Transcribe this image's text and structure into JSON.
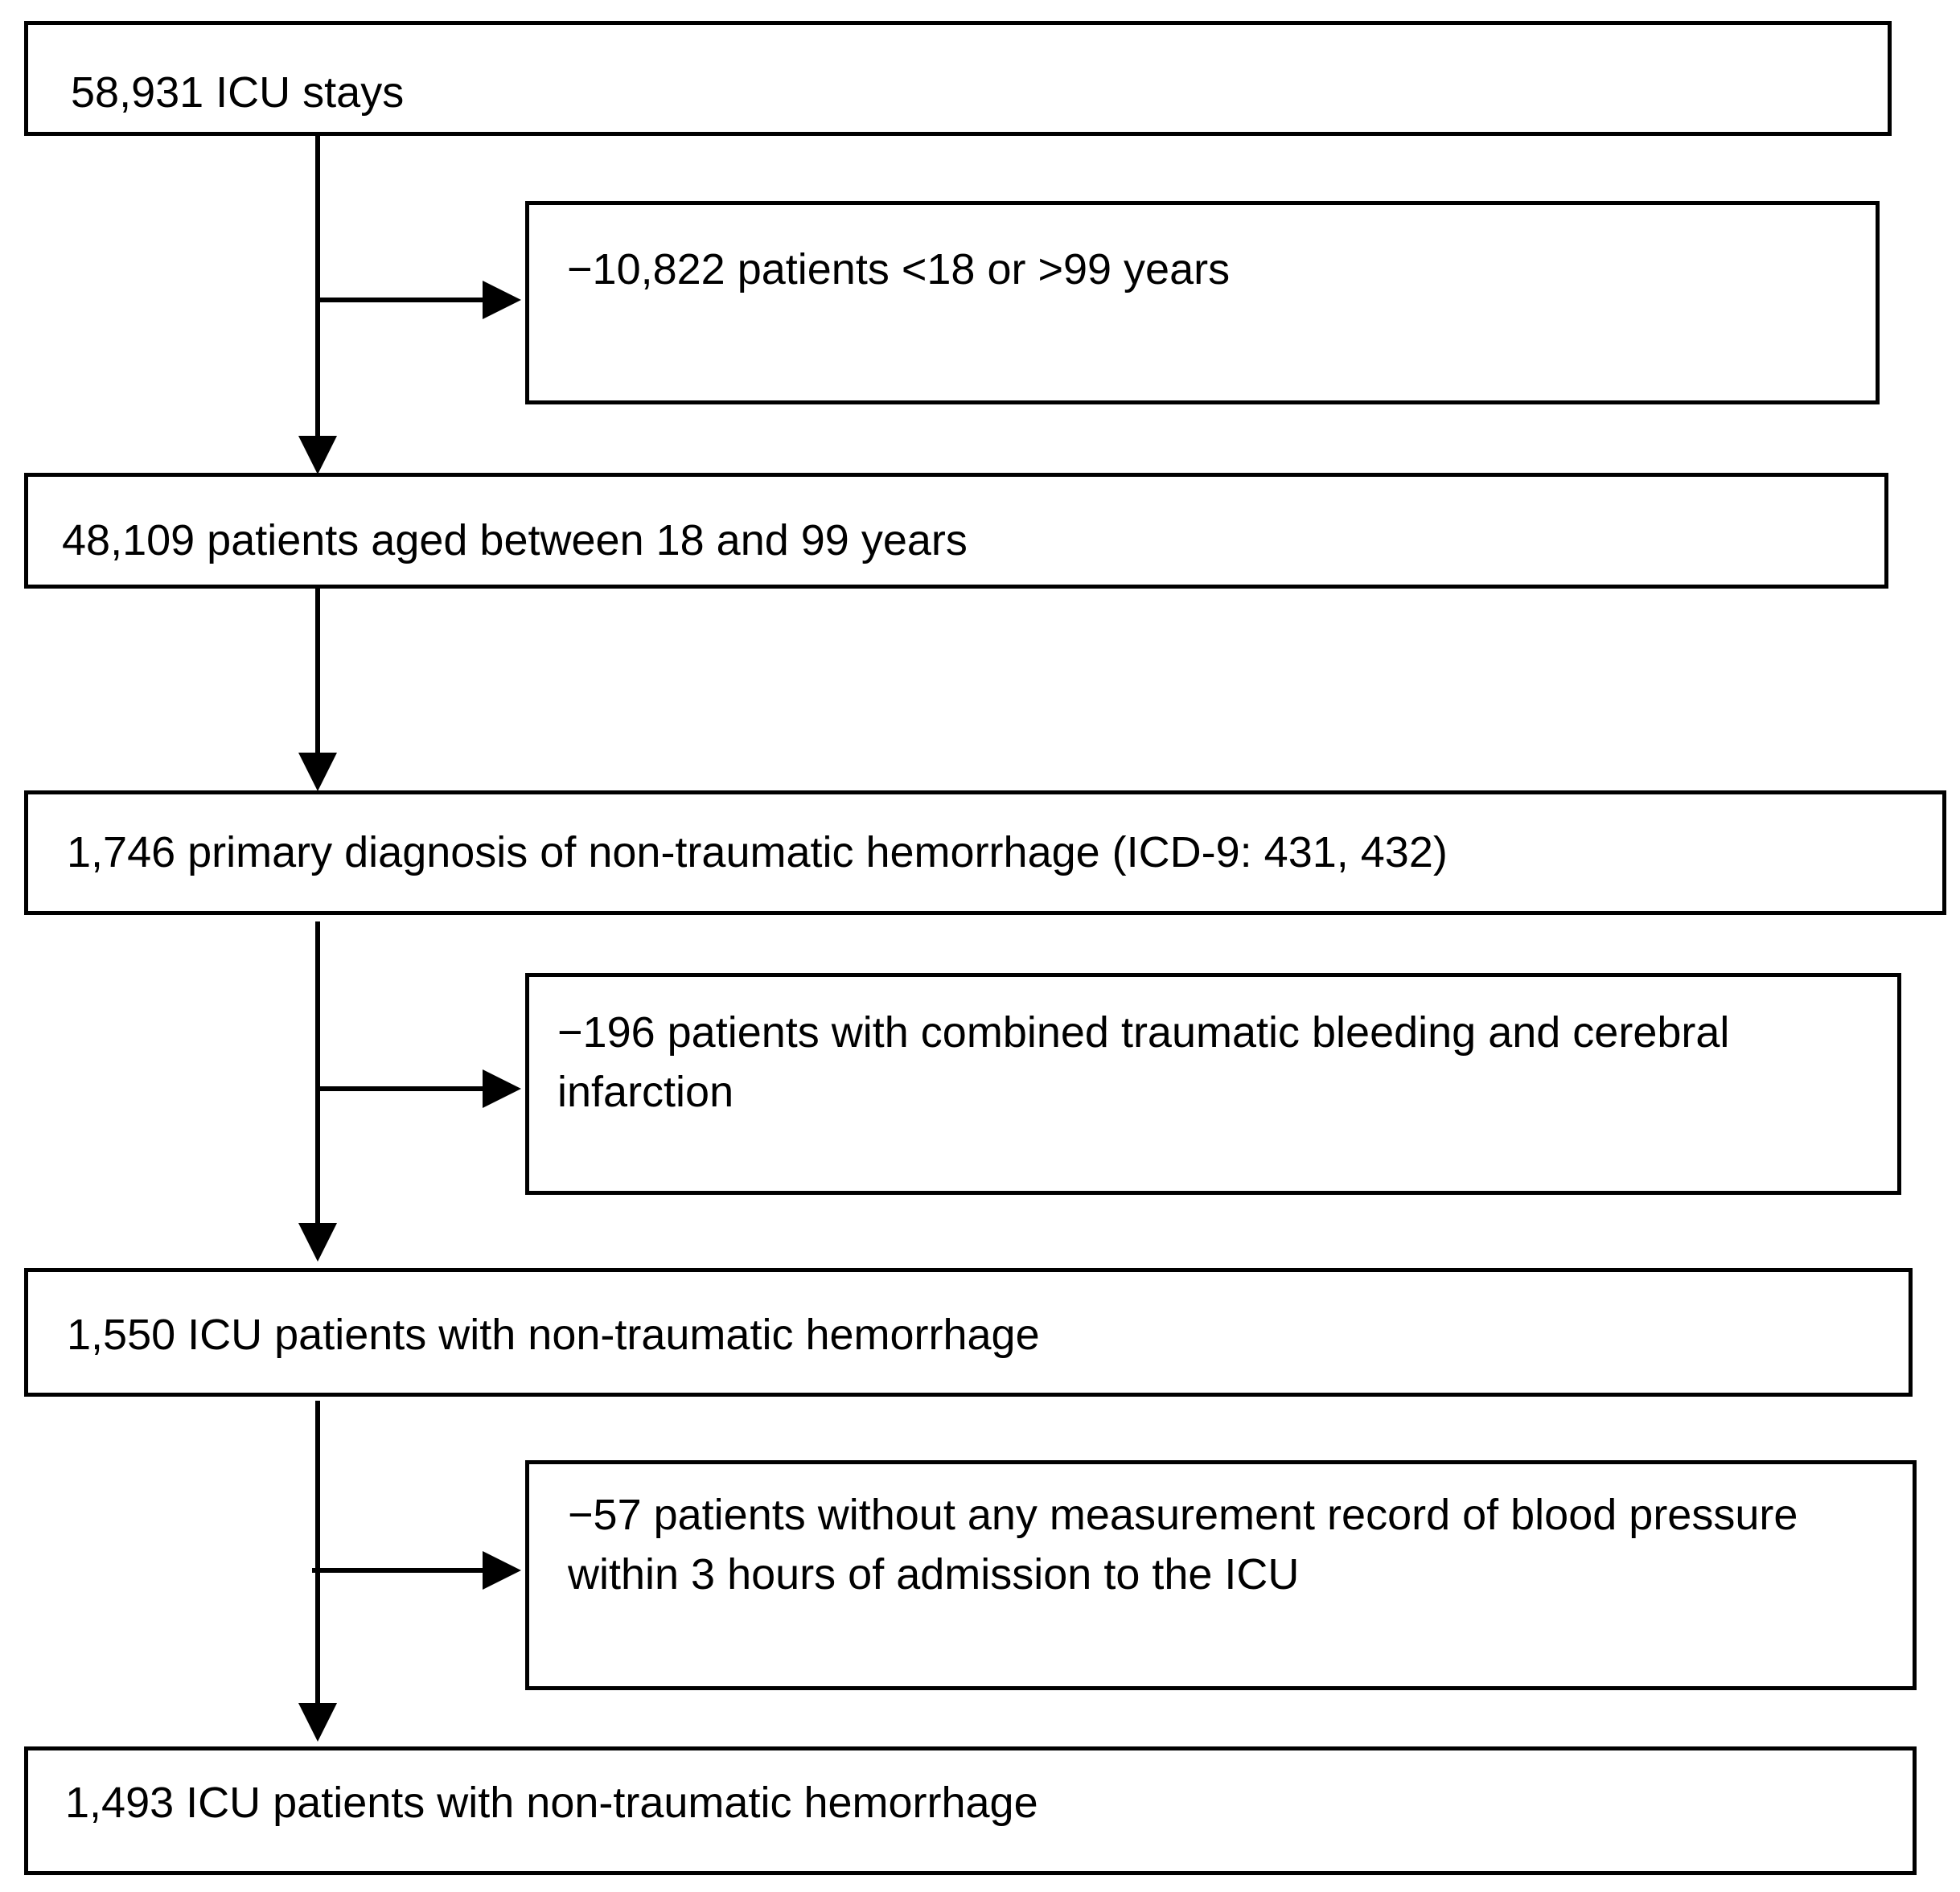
{
  "flowchart": {
    "steps": {
      "icu_stays": "58,931 ICU stays",
      "age_eligible": "48,109 patients aged between 18 and 99 years",
      "primary_diagnosis": "1,746 primary diagnosis of non-traumatic hemorrhage (ICD-9: 431, 432)",
      "nontraumatic": "1,550 ICU patients with non-traumatic hemorrhage",
      "final_cohort": "1,493 ICU patients with non-traumatic hemorrhage"
    },
    "exclusions": {
      "age": "−10,822 patients <18 or >99 years",
      "combined": "−196 patients with combined traumatic bleeding and cerebral infarction",
      "no_bp": "−57 patients without any measurement record of blood pressure within 3 hours of admission to the ICU"
    }
  },
  "colors": {
    "line": "#000000",
    "box_border": "#000000",
    "background": "#ffffff"
  }
}
